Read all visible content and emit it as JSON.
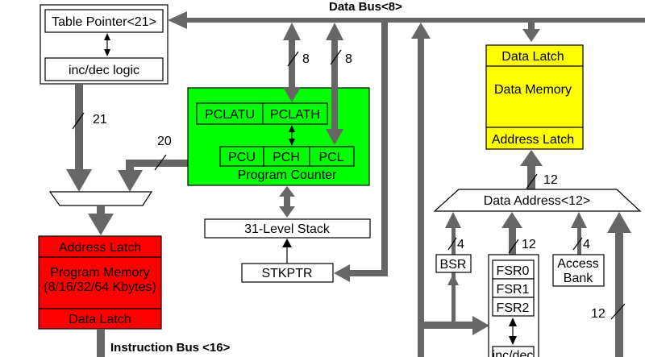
{
  "title": "PIC18 Data Path Block Diagram",
  "colors": {
    "bus": "#666666",
    "program_counter": "#00ff00",
    "program_memory": "#ff0000",
    "data_memory": "#ffff00",
    "box_border": "#000000",
    "background": "#ffffff"
  },
  "buses": {
    "data_bus": "Data Bus<8>",
    "instruction_bus": "Instruction Bus <16>"
  },
  "table_pointer": {
    "register": "Table Pointer<21>",
    "logic": "inc/dec logic"
  },
  "program_counter": {
    "latches": [
      "PCLATU",
      "PCLATH"
    ],
    "registers": [
      "PCU",
      "PCH",
      "PCL"
    ],
    "label": "Program Counter"
  },
  "stack": {
    "label": "31-Level Stack",
    "pointer": "STKPTR"
  },
  "program_memory": {
    "address_latch": "Address Latch",
    "title": "Program Memory",
    "sizes": "(8/16/32/64 Kbytes)",
    "data_latch": "Data Latch"
  },
  "data_memory": {
    "data_latch": "Data Latch",
    "title": "Data Memory",
    "address_latch": "Address Latch"
  },
  "data_address": {
    "label": "Data Address<12>"
  },
  "bsr": {
    "label": "BSR"
  },
  "fsr": {
    "registers": [
      "FSR0",
      "FSR1",
      "FSR2"
    ],
    "logic": "inc/dec"
  },
  "access_bank": {
    "line1": "Access",
    "line2": "Bank"
  },
  "bus_widths": {
    "pclath_bus": "8",
    "pcl_bus": "8",
    "table_pointer_out": "21",
    "pc_out": "20",
    "data_address_out": "12",
    "bsr_out": "4",
    "fsr_out": "12",
    "access_bank_out": "4",
    "right_bus": "12"
  }
}
